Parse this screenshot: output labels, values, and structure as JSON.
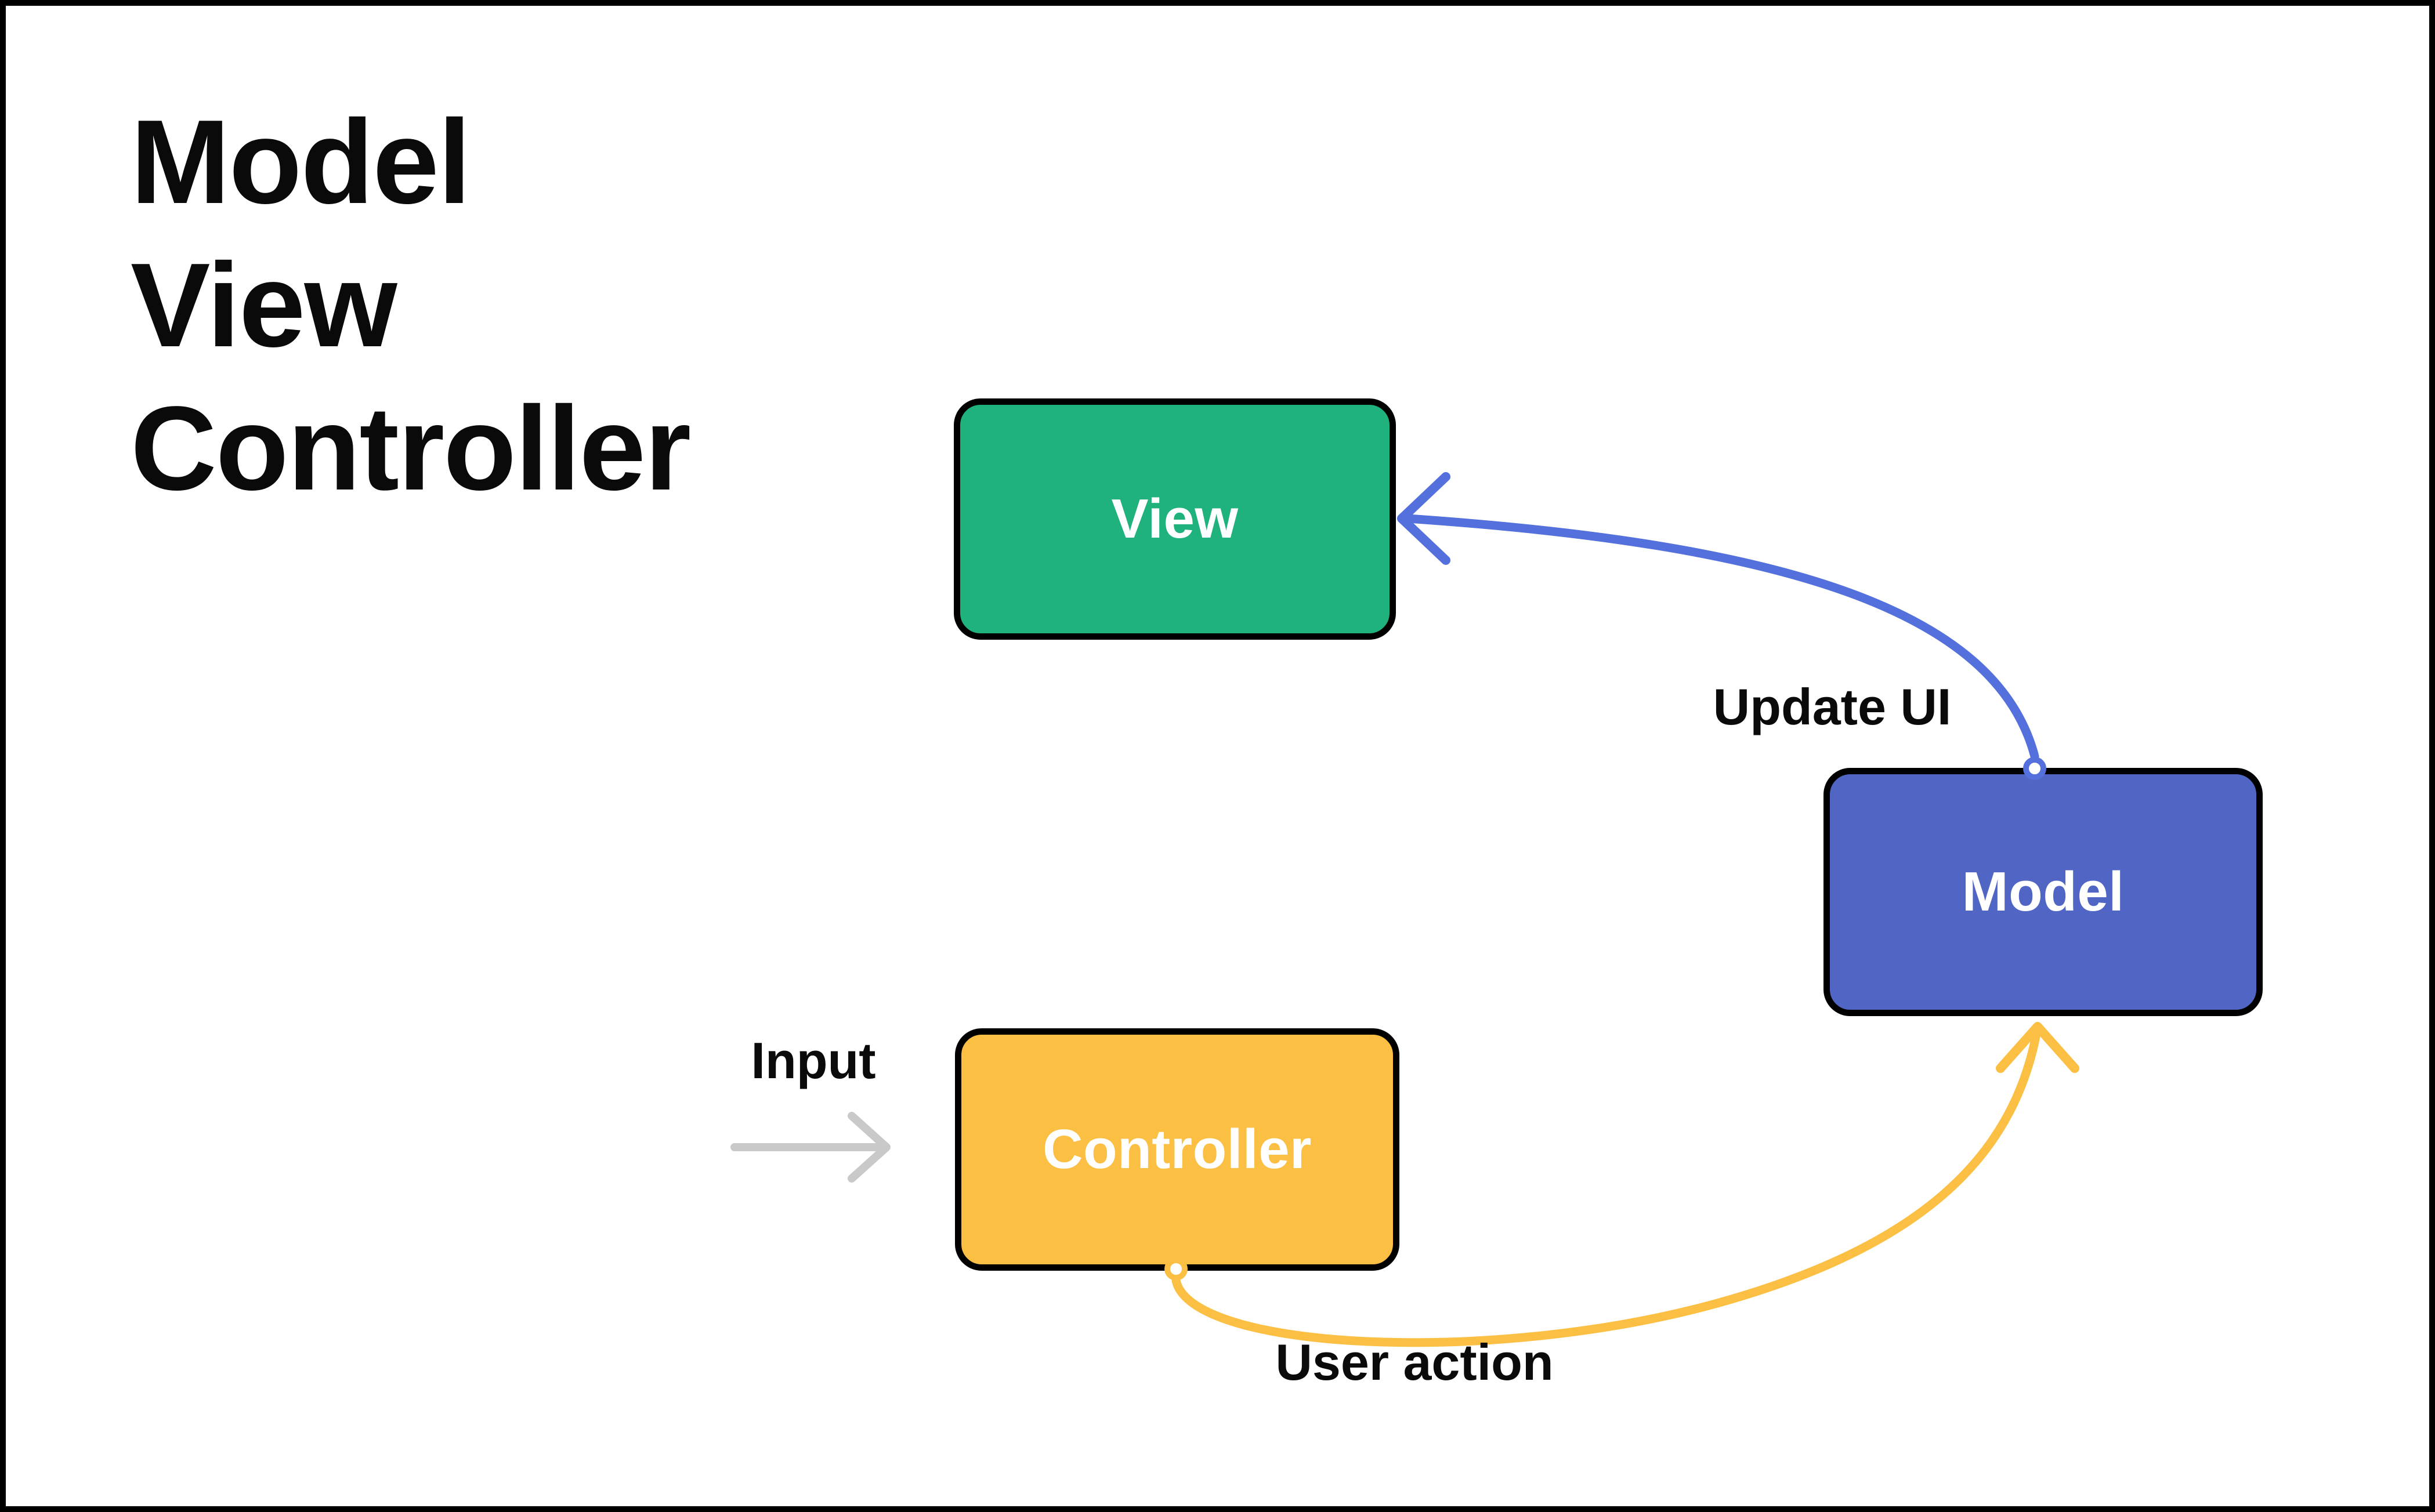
{
  "canvas": {
    "background": "#ffffff",
    "frame_color": "#000000"
  },
  "title": {
    "lines": [
      "Model",
      "View",
      "Controller"
    ],
    "color": "#0a0a0a"
  },
  "nodes": {
    "view": {
      "label": "View",
      "fill": "#1fb27d"
    },
    "model": {
      "label": "Model",
      "fill": "#5166c4"
    },
    "controller": {
      "label": "Controller",
      "fill": "#fbbf44"
    }
  },
  "edges": {
    "update_ui": {
      "label": "Update UI",
      "color": "#5370dc",
      "from": "Model",
      "to": "View",
      "label_color": "#0a0a0a"
    },
    "user_action": {
      "label": "User action",
      "color": "#fbbf44",
      "from": "Controller",
      "to": "Model",
      "label_color": "#0a0a0a"
    },
    "input": {
      "label": "Input",
      "color": "#c9c9c9",
      "from": "",
      "to": "Controller",
      "label_color": "#0a0a0a"
    }
  },
  "connector_dot_fill": "#ffffff"
}
